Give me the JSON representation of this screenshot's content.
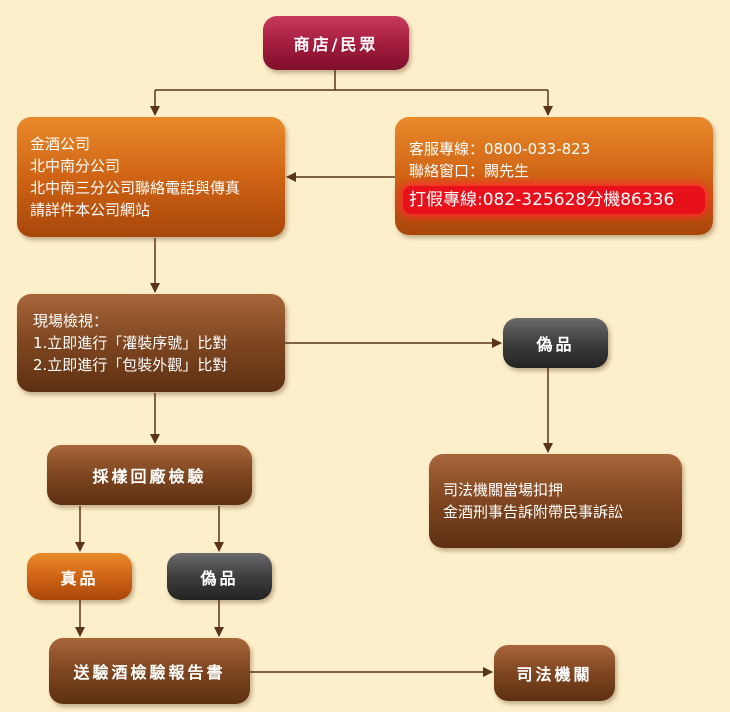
{
  "nodes": {
    "start": "商店/民眾",
    "company": [
      "金酒公司",
      "北中南分公司",
      "北中南三分公司聯絡電話與傳真",
      "請詳件本公司網站"
    ],
    "service": {
      "line1": "客服專線：0800-033-823",
      "line2": "聯絡窗口：闕先生",
      "hotline": "打假專線:082-325628分機86336"
    },
    "inspect": [
      "現場檢視：",
      "1.立即進行「灌裝序號」比對",
      "2.立即進行「包裝外觀」比對"
    ],
    "fake_top": "偽品",
    "sample": "採樣回廠檢驗",
    "judicial_action": [
      "司法機關當場扣押",
      "金酒刑事告訴附帶民事訴訟"
    ],
    "genuine": "真品",
    "fake_bottom": "偽品",
    "report": "送驗酒檢驗報告書",
    "judicial": "司法機關"
  },
  "colors": {
    "background": "#fcefc9",
    "connector": "#5a3418"
  }
}
